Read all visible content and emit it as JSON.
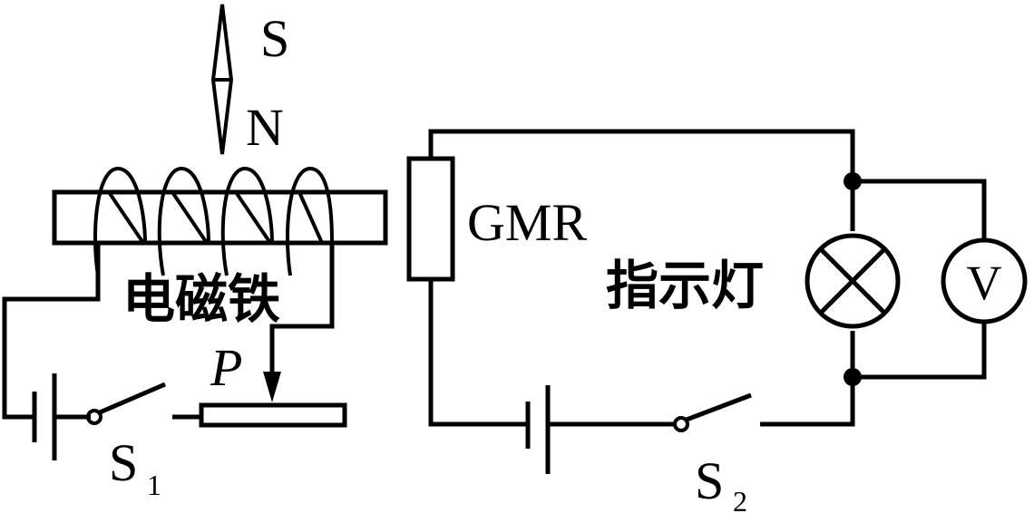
{
  "labels": {
    "compass_south": "S",
    "compass_north": "N",
    "gmr": "GMR",
    "electromagnet": "电磁铁",
    "indicator_lamp": "指示灯",
    "voltmeter": "V",
    "slider": "P",
    "switch1_letter": "S",
    "switch1_sub": "1",
    "switch2_letter": "S",
    "switch2_sub": "2"
  }
}
